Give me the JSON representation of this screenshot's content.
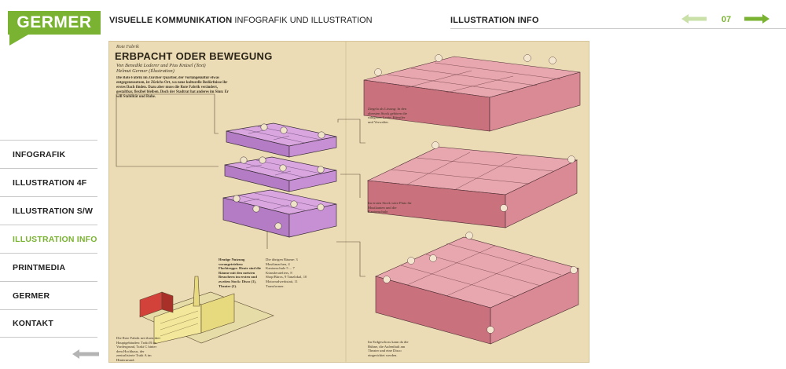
{
  "header": {
    "logo": "GERMER",
    "title_strong": "VISUELLE KOMMUNIKATION",
    "title_rest": "INFOGRAFIK UND ILLUSTRATION",
    "section": "ILLUSTRATION INFO",
    "page_number": "07"
  },
  "nav": {
    "items": [
      {
        "label": "INFOGRAFIK",
        "active": false
      },
      {
        "label": "ILLUSTRATION 4F",
        "active": false
      },
      {
        "label": "ILLUSTRATION S/W",
        "active": false
      },
      {
        "label": "ILLUSTRATION INFO",
        "active": true
      },
      {
        "label": "PRINTMEDIA",
        "active": false
      },
      {
        "label": "GERMER",
        "active": false
      },
      {
        "label": "KONTAKT",
        "active": false
      }
    ]
  },
  "colors": {
    "accent": "#7ab332",
    "accent_light": "#c9e0a8",
    "poster_bg": "#ecdcb5",
    "room_pink": "#e0919b",
    "building_purple": "#c98fd6",
    "factory_yellow": "#f2e79a",
    "factory_red": "#d2423a"
  },
  "poster": {
    "kicker": "Rote Fabrik",
    "title": "ERBPACHT ODER BEWEGUNG",
    "byline_1": "Von Benedikt Loderer und Pius Knüsel (Text)",
    "byline_2": "Helmut Germer (Illustration)",
    "intro": "Die Rote Fabrik im Zürcher Quartier, der Vorlängekultur etwas entgegenzusetzen, ist Zürichs Ort, wo neue kulturelle Bedürfnisse ihr erstes Dach finden. Dazu aber muss die Rote Fabrik verändert, gestaltbar, flexibel bleiben. Doch der Stadtrat hat anderes im Sinn: Er will Stabilität und Ruhe.",
    "caption_top": "Ziegela als Lösung: In den obersten Stock gehören die ruhigeren Leute: Künstler und Verwalter.",
    "caption_mid": "Im ersten Stock wäre Platz für Musikanten und die Kantonschule.",
    "caption_bottom": "Im Erdgeschoss kann da die Bühne, die Aufenthalt am Theater und eine Disco eingerichtet werden.",
    "caption_usage": "Heutige Nutzung vorangetrieben: Flachtreppe. Heute sind die Räume mit den meisten Besuchern im ersten und zweiten Stock: Disco (1), Theater (2).",
    "caption_rooms": "Die übrigen Räume: 3 Musikmachen, 4 Kantonschule 5 ... 7 Künstlerateliers, 8 Shop/Büros, 9 Tanzlokal, 10 Motorradwerkstatt, 11 Transformer.",
    "caption_factory": "Die Rote Fabrik mit ihren drei Hauptgebäuden: Trakt B im Vordergrund, Trakt C hinter dem Hochhaus, der zentralisierte Trakt A im Hintergrund."
  }
}
